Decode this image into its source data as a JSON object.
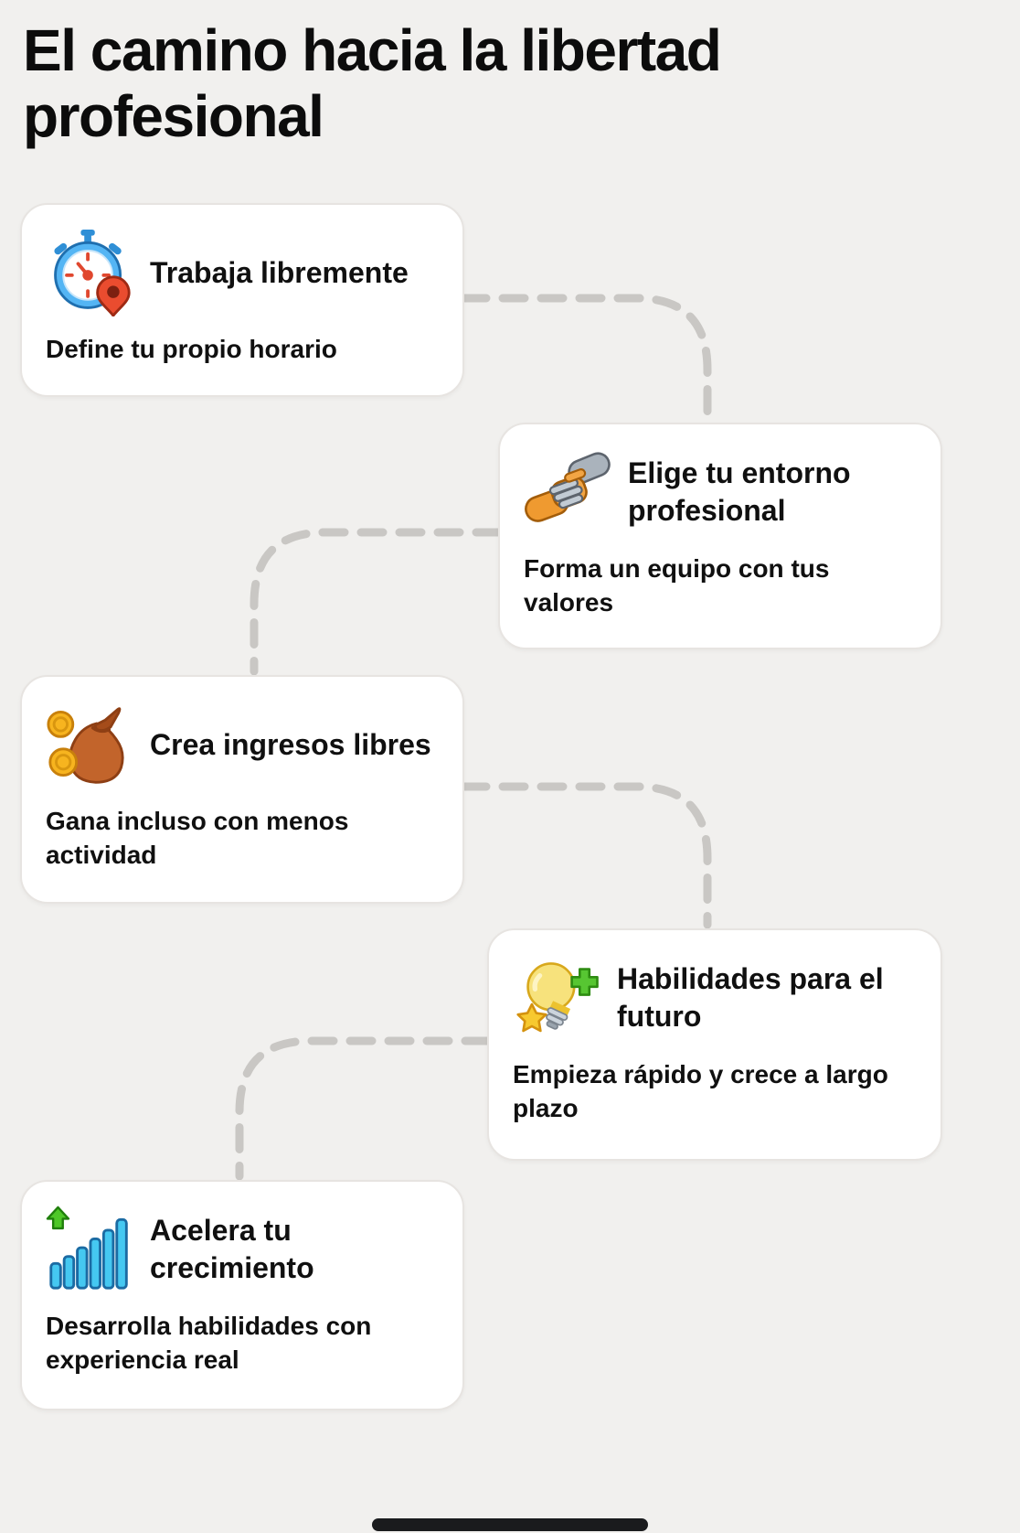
{
  "page": {
    "title": "El camino hacia la libertad profesional"
  },
  "steps": [
    {
      "icon": "stopwatch-location-pin-icon",
      "title": "Trabaja libremente",
      "description": "Define tu propio horario"
    },
    {
      "icon": "handshake-icon",
      "title": "Elige tu entorno profesional",
      "description": "Forma un equipo con tus valores"
    },
    {
      "icon": "money-bag-coins-icon",
      "title": "Crea ingresos libres",
      "description": "Gana incluso con menos actividad"
    },
    {
      "icon": "lightbulb-plus-star-icon",
      "title": "Habilidades para el futuro",
      "description": "Empieza rápido y crece a largo plazo"
    },
    {
      "icon": "growth-bar-chart-arrow-icon",
      "title": "Acelera tu crecimiento",
      "description": "Desarrolla habilidades con experiencia real"
    }
  ],
  "colors": {
    "background": "#f1f0ee",
    "card_background": "#ffffff",
    "card_border": "#e7e4e1",
    "connector": "#c9c7c4",
    "text": "#101010"
  }
}
